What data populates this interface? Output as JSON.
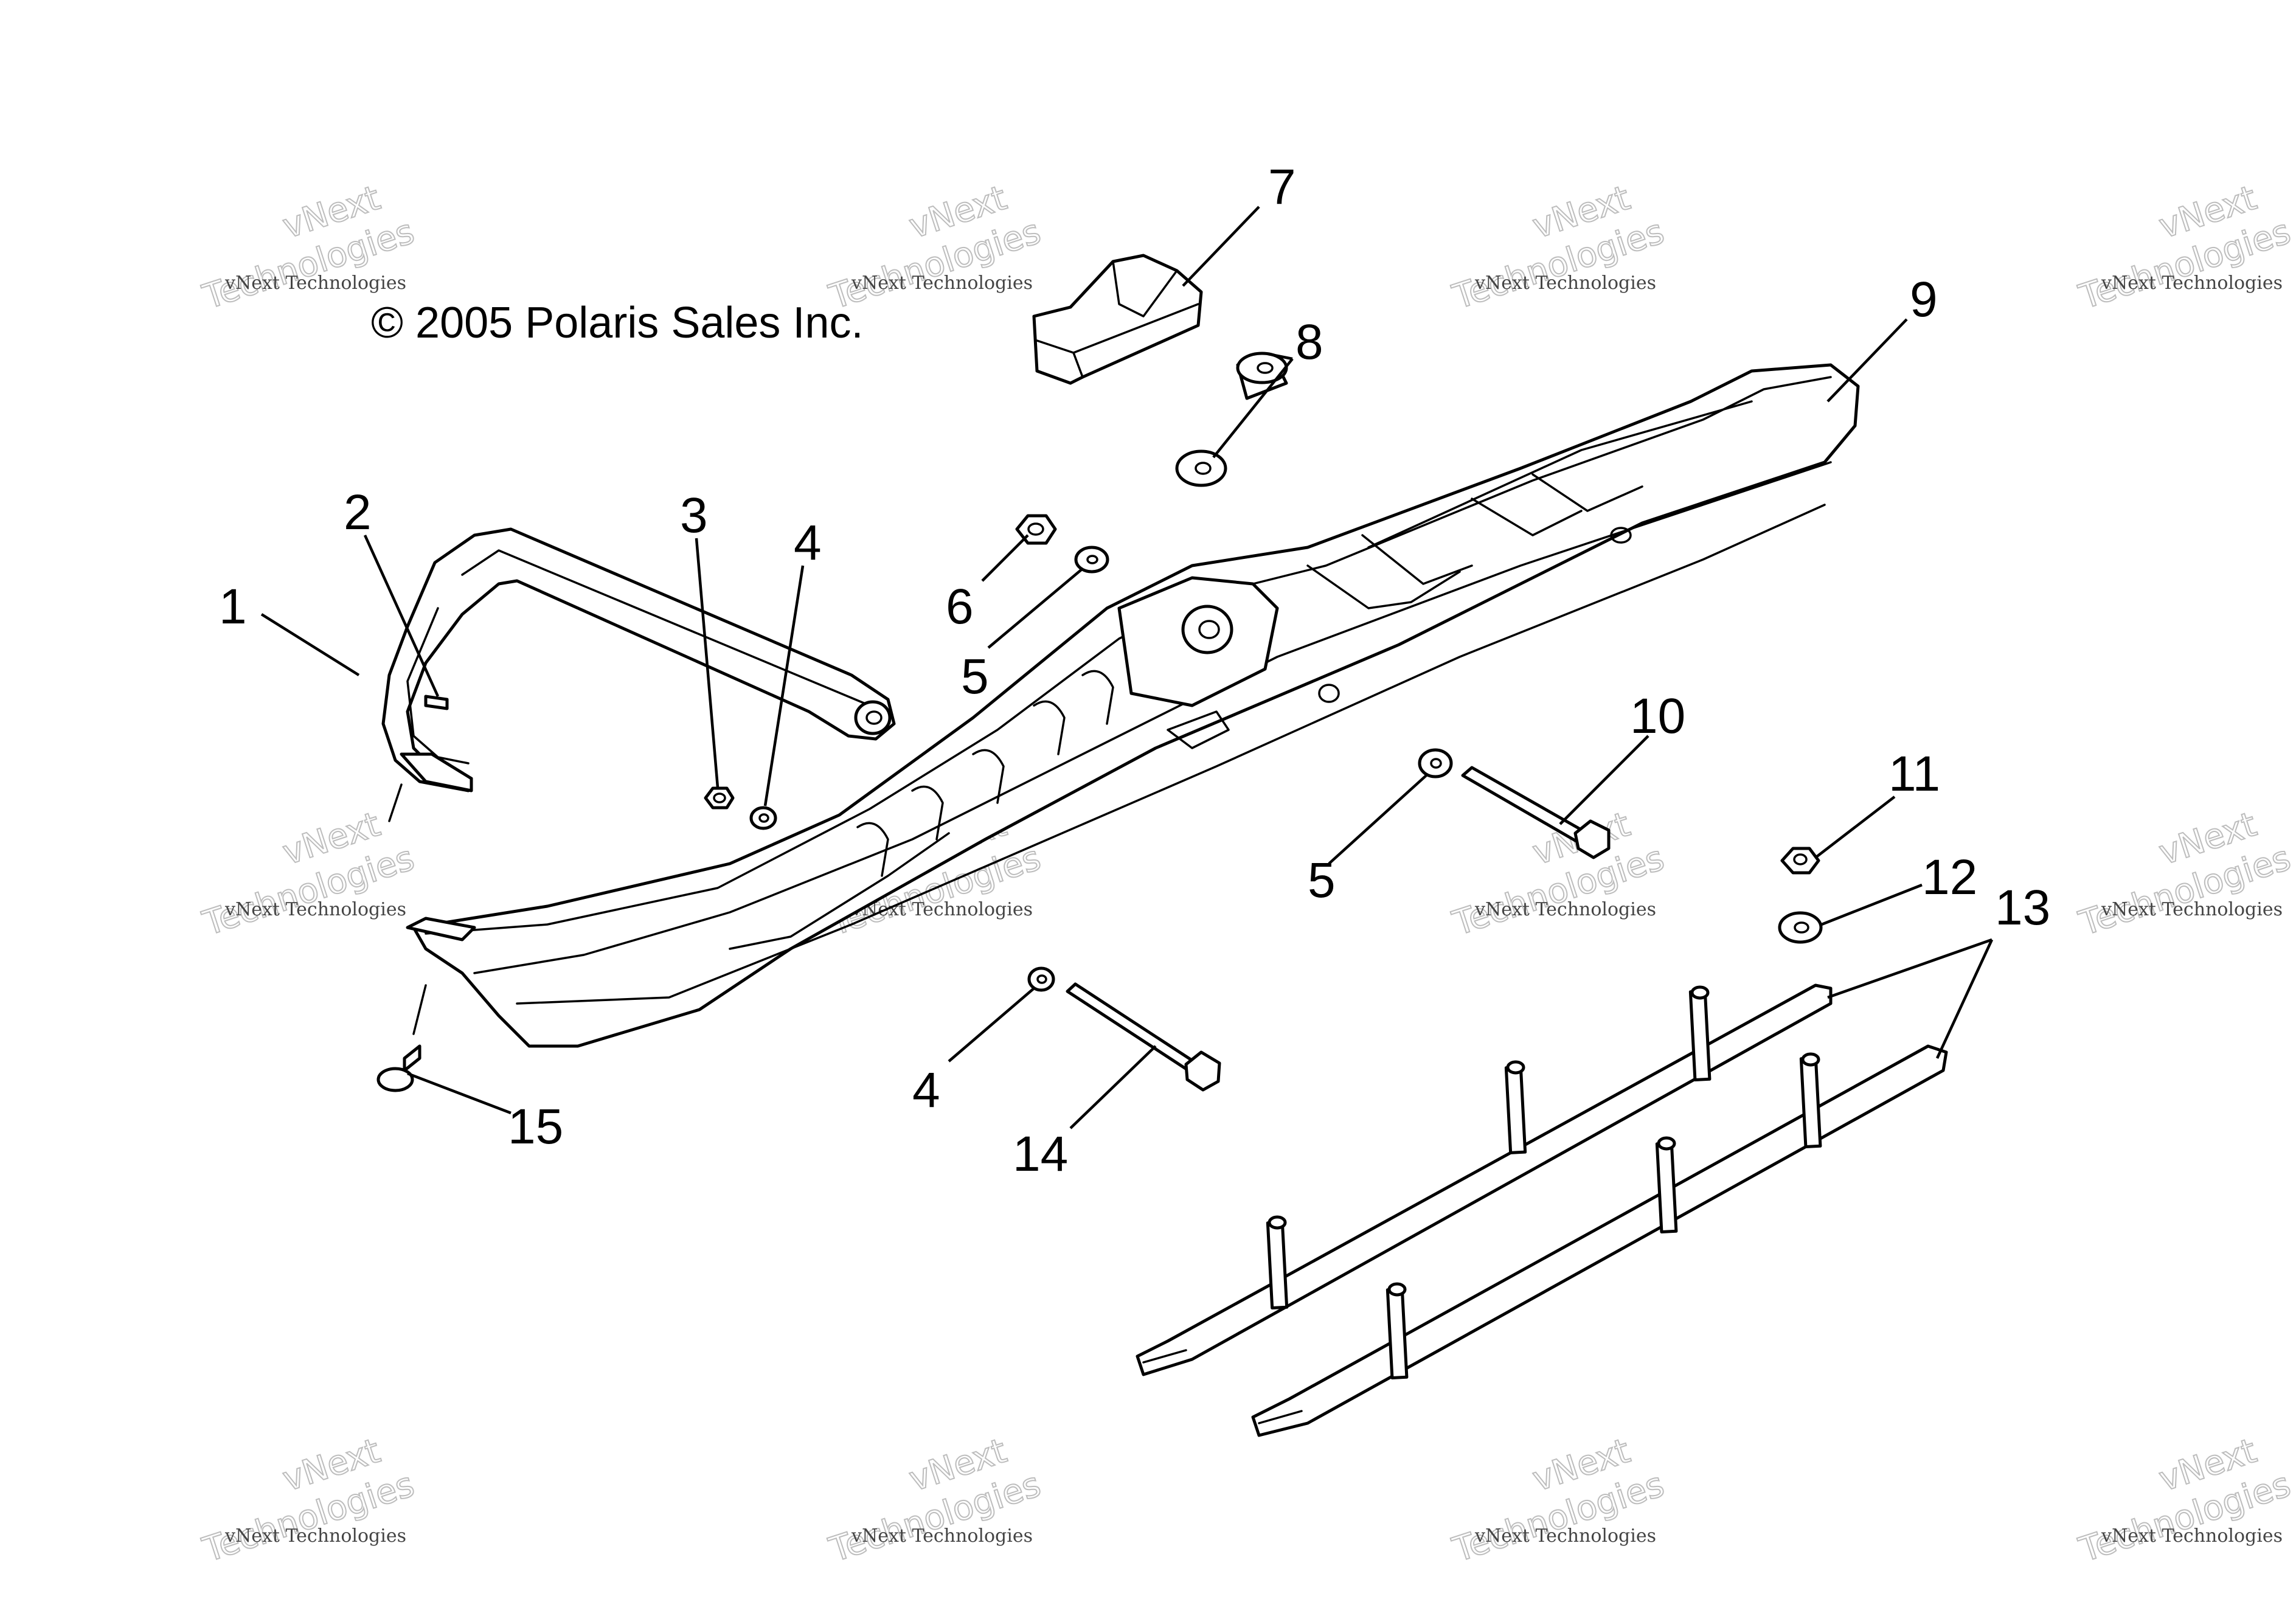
{
  "copyright": "© 2005 Polaris Sales Inc.",
  "watermark": {
    "line1": "vNext",
    "line2": "Technologies",
    "small": "vNext Technologies"
  },
  "callouts": [
    "1",
    "2",
    "3",
    "4",
    "4",
    "5",
    "5",
    "6",
    "7",
    "8",
    "9",
    "10",
    "11",
    "12",
    "13",
    "14",
    "15"
  ],
  "icons": [
    "ski-loop-handle",
    "ski-body",
    "wear-bar",
    "bolt",
    "washer",
    "nut",
    "bushing",
    "bumper-pad"
  ]
}
